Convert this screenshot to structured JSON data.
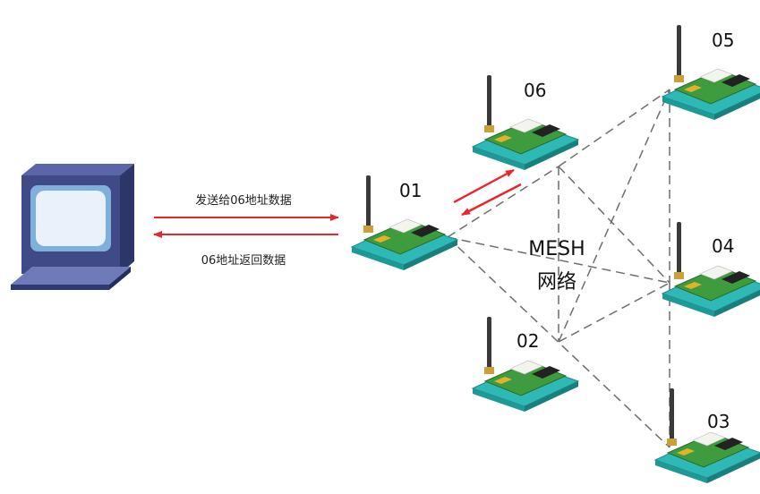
{
  "arrows": {
    "send_label": "发送给06地址数据",
    "return_label": "06地址返回数据",
    "arrow_color": "#e8262b",
    "mesh_line_color": "#6e6e6e"
  },
  "mesh": {
    "title": "MESH",
    "subtitle": "网络"
  },
  "nodes": {
    "n01": "01",
    "n02": "02",
    "n03": "03",
    "n04": "04",
    "n05": "05",
    "n06": "06"
  },
  "colors": {
    "monitor_body": "#3f4a86",
    "monitor_screen_bg": "#7fb0da",
    "monitor_screen": "#eaf1fb",
    "board_base": "#2fb9b6",
    "pcb": "#3e9b3e",
    "antenna": "#3a3a3a"
  }
}
